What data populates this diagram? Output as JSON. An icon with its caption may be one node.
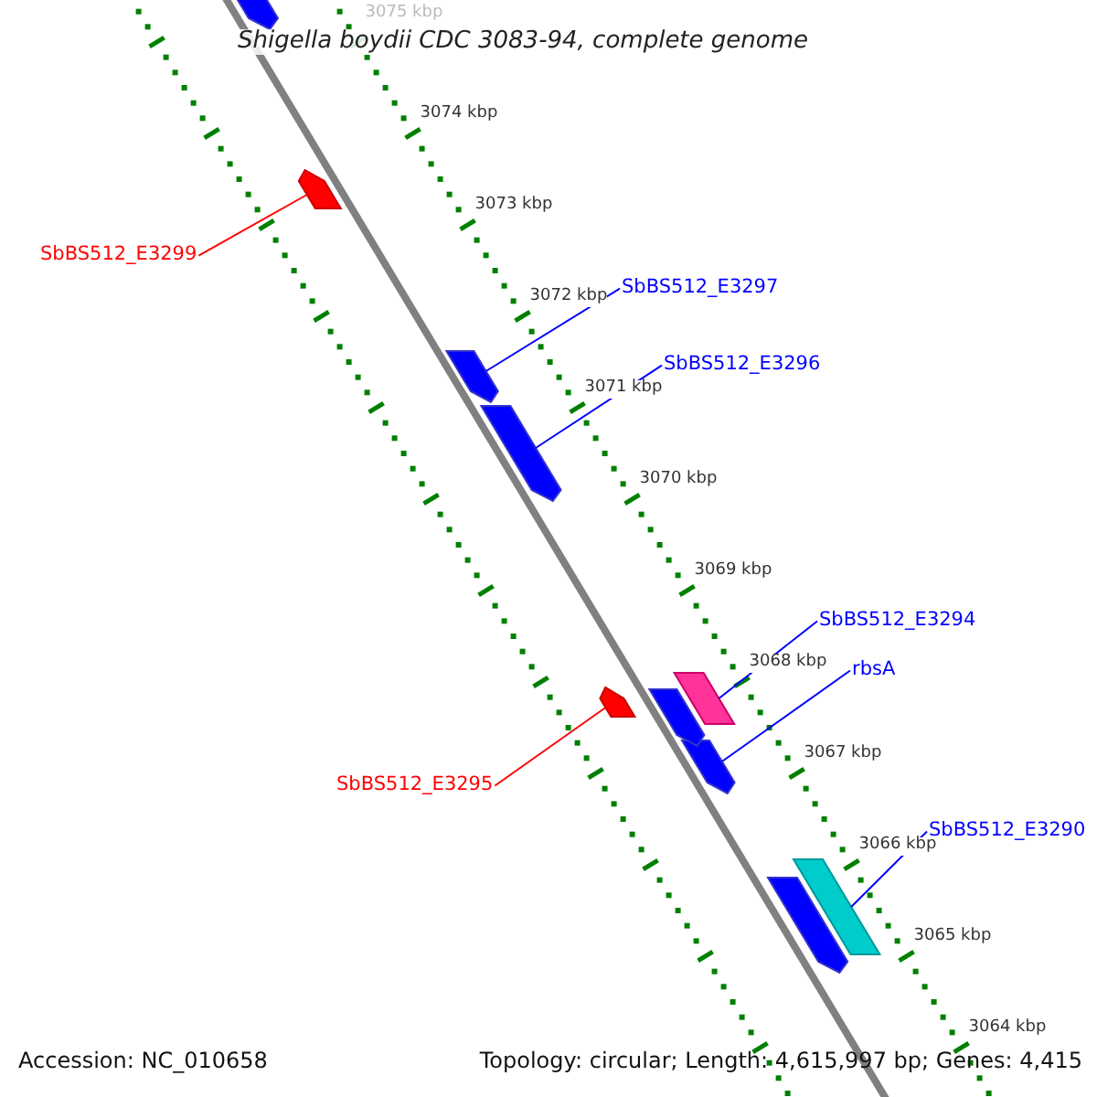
{
  "diagram": {
    "title": "Shigella boydii CDC 3083-94, complete genome",
    "nodes": [
      {
        "text": [
          "SbBS512_E3299"
        ]
      },
      {
        "text": [],
        "shape": "arrow"
      },
      {
        "text": [
          "SbBS512_E3297"
        ]
      },
      {
        "text": [],
        "shape": "arrow"
      },
      {
        "text": [
          "SbBS512_E3296"
        ]
      },
      {
        "text": [],
        "shape": "arrow"
      },
      {
        "text": [
          "SbBS512_E3294"
        ]
      },
      {
        "text": [],
        "shape": "bar"
      },
      {
        "text": [
          "rbsA"
        ]
      },
      {
        "text": [],
        "shape": "arrow"
      },
      {
        "text": [
          "SbBS512_E3295"
        ]
      },
      {
        "text": [],
        "shape": "arrow"
      },
      {
        "text": [
          "SbBS512_E3290"
        ]
      },
      {
        "text": [],
        "shape": "bar"
      },
      {
        "text": [],
        "shape": "arrow"
      },
      {
        "text": [],
        "shape": "arrow"
      },
      {
        "text": [],
        "shape": "arrow"
      }
    ],
    "edges": [
      {
        "from": 0,
        "to": 1,
        "arrow": "none",
        "color": "#ff0000"
      },
      {
        "from": 2,
        "to": 3,
        "arrow": "none"
      },
      {
        "from": 4,
        "to": 5,
        "arrow": "none"
      },
      {
        "from": 6,
        "to": 7,
        "arrow": "none"
      },
      {
        "from": 8,
        "to": 9,
        "arrow": "none"
      },
      {
        "from": 10,
        "to": 11,
        "arrow": "none",
        "color": "#ff0000"
      },
      {
        "from": 12,
        "to": 13,
        "arrow": "none"
      }
    ],
    "labels": [
      "3075 kbp",
      "3074 kbp",
      "3073 kbp",
      "3072 kbp",
      "3071 kbp",
      "3070 kbp",
      "3069 kbp",
      "3068 kbp",
      "3067 kbp",
      "3066 kbp",
      "3065 kbp",
      "3064 kbp",
      "Accession: NC_010658",
      "Topology: circular; Length: 4,615,997 bp; Genes: 4,415"
    ]
  }
}
